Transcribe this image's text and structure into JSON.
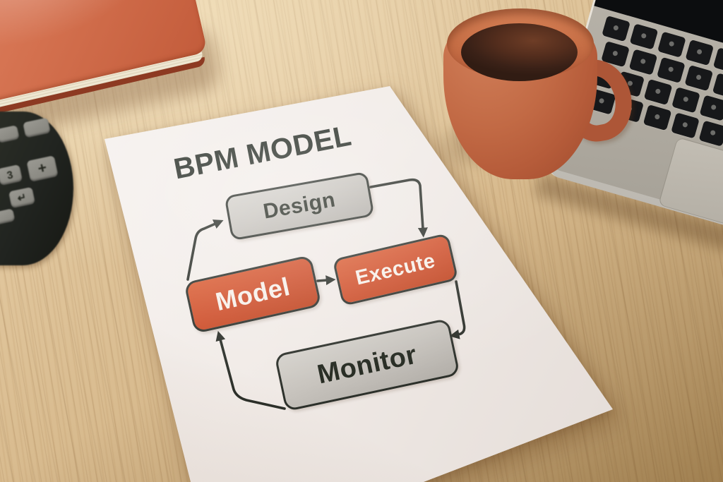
{
  "diagram": {
    "title": "BPM MODEL",
    "nodes": [
      {
        "id": "design",
        "label": "Design",
        "style": "gray"
      },
      {
        "id": "model",
        "label": "Model",
        "style": "orange"
      },
      {
        "id": "execute",
        "label": "Execute",
        "style": "orange"
      },
      {
        "id": "monitor",
        "label": "Monitor",
        "style": "gray"
      }
    ],
    "edges": [
      {
        "from": "model",
        "to": "design"
      },
      {
        "from": "design",
        "to": "execute"
      },
      {
        "from": "model",
        "to": "execute"
      },
      {
        "from": "execute",
        "to": "monitor"
      },
      {
        "from": "monitor",
        "to": "model"
      }
    ],
    "colors": {
      "node_orange": "#cf4f2b",
      "node_gray": "#c6c2bc",
      "ink": "#2b2f29",
      "paper": "#f1ebe7"
    }
  },
  "objects": {
    "desk": {
      "name": "wooden-desk",
      "color": "#d6b88b"
    },
    "notebook": {
      "name": "orange-notebook",
      "color": "#d3704e"
    },
    "calculator": {
      "name": "black-calculator",
      "visible_key_glyphs": [
        "3",
        "+",
        "↵"
      ]
    },
    "mug": {
      "name": "terracotta-coffee-mug",
      "color": "#bc6440",
      "contents": "coffee"
    },
    "laptop": {
      "name": "silver-laptop",
      "keys_color": "#17181a"
    }
  }
}
